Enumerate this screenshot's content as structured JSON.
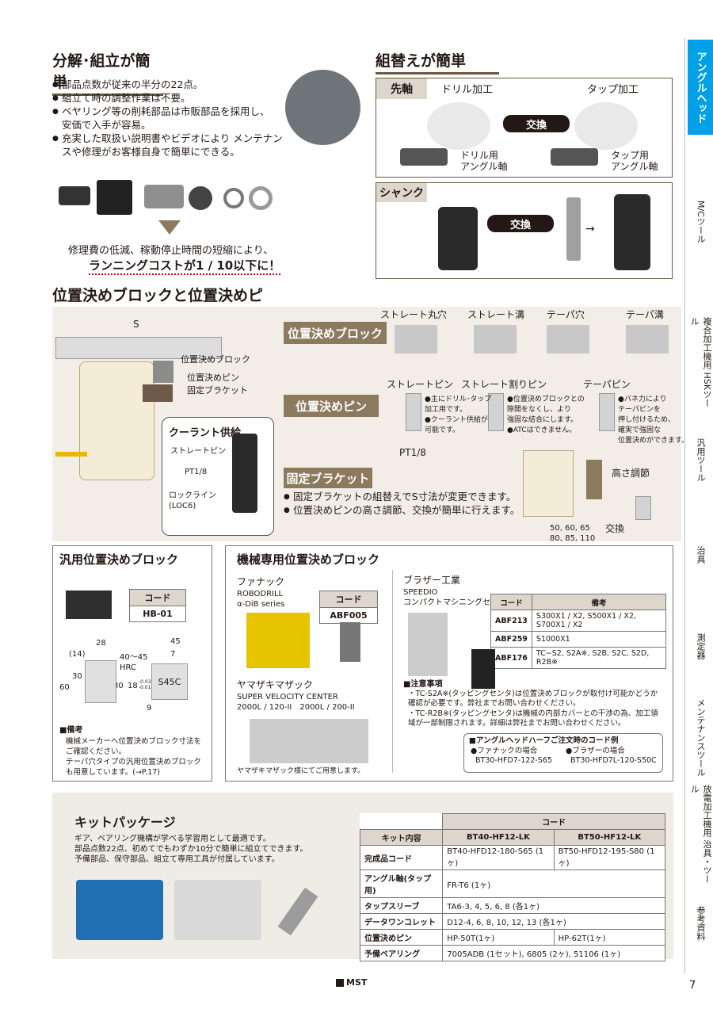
{
  "sidebar": {
    "items": [
      "アングルヘッド",
      "M/Cツール",
      "複合加工機用 HSKツール",
      "汎用ツール",
      "治具",
      "測定器",
      "メンテナンスツール",
      "放電加工機用 治具・ツール",
      "参考資料"
    ],
    "page_number": "7"
  },
  "disassembly": {
    "title": "分解･組立が簡単",
    "bullets": [
      "部品点数が従来の半分の22点。",
      "組立て時の調整作業は不要。",
      "ベヤリング等の削耗部品は市販部品を採用し、安価で入手が容易。",
      "充実した取扱い説明書やビデオにより メンテナンスや修理がお客様自身で簡単にできる。"
    ],
    "note_line1": "修理費の低減、稼動停止時間の短縮により、",
    "note_line2": "ランニングコストが1 / 10以下に！"
  },
  "swap": {
    "title": "組替えが簡単",
    "tip_label": "先軸",
    "drill_label": "ドリル加工",
    "tap_label": "タップ加工",
    "exchange": "交換",
    "drill_axis": "ドリル用\nアングル軸",
    "tap_axis": "タップ用\nアングル軸",
    "shank_label": "シャンク",
    "exchange2": "交換"
  },
  "block_section": {
    "title": "位置決めブロックと位置決めピン",
    "s_label": "S",
    "labels": [
      "位置決めブロック",
      "位置決めピン",
      "固定ブラケット"
    ],
    "coolant_title": "クーラント供給",
    "coolant_labels": [
      "ストレートピン",
      "PT1/8",
      "ロックライン",
      "(LOC6)"
    ],
    "block_box": "位置決めブロック",
    "block_types": [
      "ストレート丸穴",
      "ストレート溝",
      "テーパ穴",
      "テーパ溝"
    ],
    "pin_box": "位置決めピン",
    "pin_types": [
      "ストレートピン",
      "ストレート割りピン",
      "テーパピン"
    ],
    "pin_notes": [
      "●主にドリル･タップ\n加工用です。\n●クーラント供給が\n可能です。",
      "●位置決めブロックとの\n隙間をなくし、より\n強固な結合にします。\n●ATCはできません。",
      "●バネ力により\nテーパピンを\n押し付けるため、\n確実で強固な\n位置決めができます。"
    ],
    "pt": "PT1/8",
    "bracket_box": "固定ブラケット",
    "bracket_bullets": [
      "固定ブラケットの組替えでS寸法が変更できます。",
      "位置決めピンの高さ調節、交換が簡単に行えます。"
    ],
    "height_adj": "高さ調節",
    "exchange": "交換",
    "s_values": "50, 60, 65\n80, 85, 110"
  },
  "general_block": {
    "title": "汎用位置決めブロック",
    "code_head": "コード",
    "code": "HB-01",
    "dims": [
      "28",
      "(14)",
      "45",
      "7",
      "40～45\nHRC",
      "30",
      "60",
      "30",
      "18",
      "S45C",
      "9"
    ],
    "tol": "-0.03\n-0.01",
    "note_title": "■備考",
    "notes": [
      "機械メーカーへ位置決めブロック寸法をご確認ください。",
      "テーパ穴タイプの汎用位置決めブロックも用意しています。(→P.17)"
    ]
  },
  "machine_block": {
    "title": "機械専用位置決めブロック",
    "fanuc": "ファナック",
    "fanuc_model": "ROBODRILL\nα-DiB series",
    "code_head": "コード",
    "fanuc_code": "ABF005",
    "mazak": "ヤマザキマザック",
    "mazak_model": "SUPER VELOCITY CENTER\n2000L / 120-II　2000L / 200-II",
    "mazak_note": "ヤマザキマザック様にてご用意します。",
    "brother": "ブラザー工業",
    "brother_model": "SPEEDIO\nコンパクトマシニングセンタ",
    "table_head": [
      "コード",
      "備考"
    ],
    "table_rows": [
      [
        "ABF213",
        "S300X1 / X2, S500X1 / X2, S700X1 / X2"
      ],
      [
        "ABF259",
        "S1000X1"
      ],
      [
        "ABF176",
        "TC−S2, S2A※, S2B, S2C, S2D, R2B※"
      ]
    ],
    "caution_title": "■注意事項",
    "cautions": [
      "・TC-S2A※(タッピングセンタ)は位置決めブロックが取付け可能かどうか確認が必要です。弊社までお問い合わせください。",
      "・TC-R2B※(タッピングセンタ)は機械の内部カバーとの干渉の為、加工領域が一部制限されます。詳細は弊社までお問い合わせください。"
    ],
    "order_title": "■アングルヘッドハーフご注文時のコード例",
    "order_fanuc": "●ファナックの場合",
    "order_fanuc_code": "BT30-HFD7-122-S65",
    "order_brother": "●ブラザーの場合",
    "order_brother_code": "BT30-HFD7L-120-S50C"
  },
  "kit": {
    "title": "キットパッケージ",
    "bullets": [
      "ギア、ベアリング機構が学べる学習用として最適です。",
      "部品点数22点、初めてでもわずか10分で簡単に組立てできます。",
      "予備部品、保守部品、組立て専用工具が付属しています。"
    ],
    "table_head": "コード",
    "columns": [
      "キット内容",
      "BT40-HF12-LK",
      "BT50-HF12-LK"
    ],
    "rows": [
      [
        "完成品コード",
        "BT40-HFD12-180-S65 (1ヶ)",
        "BT50-HFD12-195-S80 (1ヶ)"
      ],
      [
        "アングル軸(タップ用)",
        "FR-T6 (1ヶ)",
        ""
      ],
      [
        "タップスリーブ",
        "TA6-3, 4, 5, 6, 8 (各1ヶ)",
        ""
      ],
      [
        "データワンコレット",
        "D12-4, 6, 8, 10, 12, 13 (各1ヶ)",
        ""
      ],
      [
        "位置決めピン",
        "HP-50T(1ヶ)",
        "HP-62T(1ヶ)"
      ],
      [
        "予備ベアリング",
        "7005ADB (1セット), 6805 (2ヶ), 51106 (1ヶ)",
        ""
      ]
    ]
  },
  "footer": {
    "logo": "MST"
  }
}
